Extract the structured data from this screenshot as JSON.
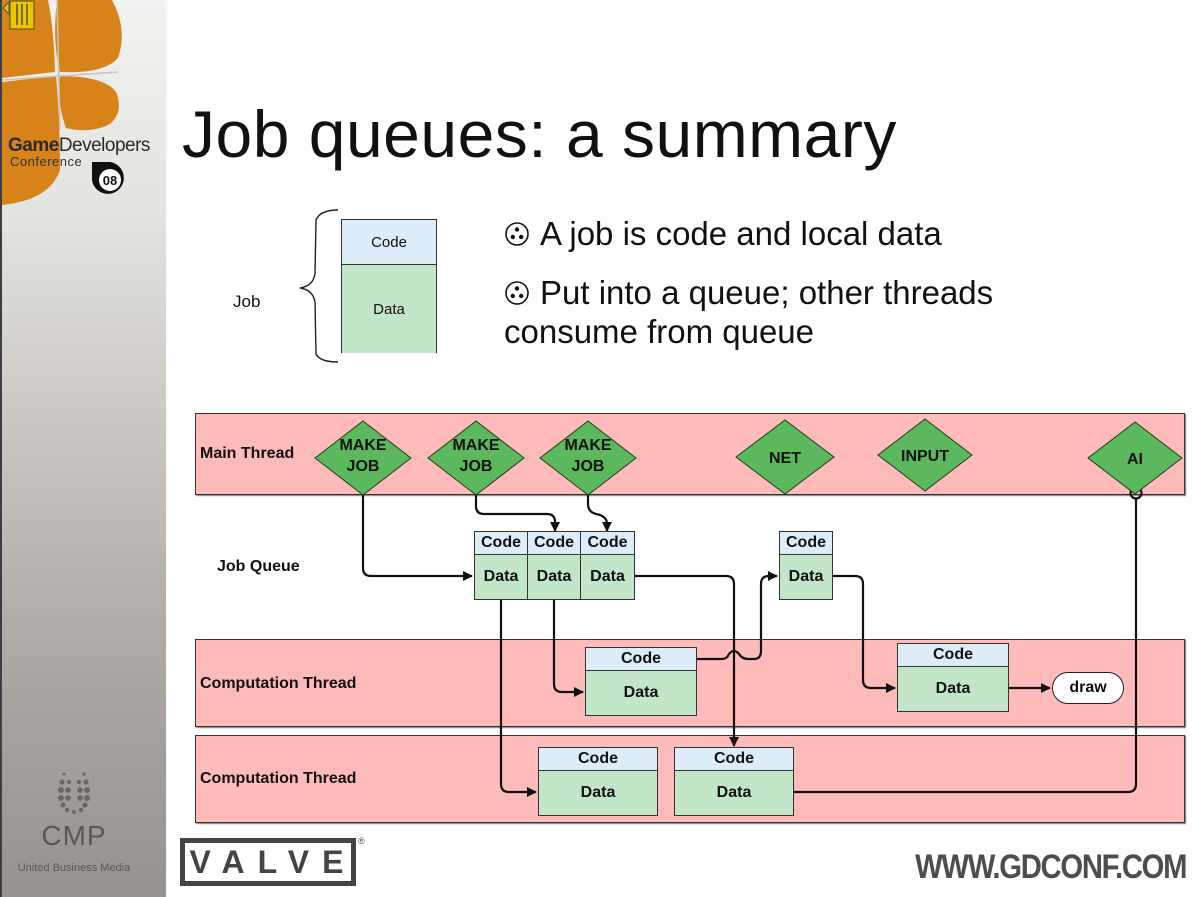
{
  "slide": {
    "title": "Job queues: a summary",
    "bullets": [
      "A job is code and local data",
      "Put into a queue; other threads consume from queue"
    ],
    "bullet_icon": "trefoil-circle-icon"
  },
  "branding": {
    "gdc_strong": "Game",
    "gdc_rest": "Developers",
    "gdc_sub": "Conference",
    "gdc_badge": "08",
    "cmp_name": "CMP",
    "cmp_sub": "United Business Media",
    "valve": "VALVE",
    "valve_reg": "®",
    "url": "WWW.GDCONF.COM",
    "colors": {
      "gdc_orange": "#d8821a",
      "lane_pink": "#ffbaba",
      "node_green": "#5cb85c",
      "code_blue": "#dcecf9",
      "data_green": "#c3e6c8"
    }
  },
  "legend": {
    "label": "Job",
    "code": "Code",
    "data": "Data"
  },
  "diagram": {
    "lanes": {
      "main": "Main Thread",
      "queue": "Job Queue",
      "comp1": "Computation Thread",
      "comp2": "Computation Thread"
    },
    "main_nodes": [
      {
        "line1": "MAKE",
        "line2": "JOB"
      },
      {
        "line1": "MAKE",
        "line2": "JOB"
      },
      {
        "line1": "MAKE",
        "line2": "JOB"
      },
      {
        "line1": "NET",
        "line2": ""
      },
      {
        "line1": "INPUT",
        "line2": ""
      },
      {
        "line1": "AI",
        "line2": ""
      }
    ],
    "queue_jobs": [
      {
        "code": "Code",
        "data": "Data"
      },
      {
        "code": "Code",
        "data": "Data"
      },
      {
        "code": "Code",
        "data": "Data"
      },
      {
        "code": "Code",
        "data": "Data"
      }
    ],
    "comp1_jobs": [
      {
        "code": "Code",
        "data": "Data"
      },
      {
        "code": "Code",
        "data": "Data"
      }
    ],
    "comp2_jobs": [
      {
        "code": "Code",
        "data": "Data"
      },
      {
        "code": "Code",
        "data": "Data"
      }
    ],
    "draw_label": "draw"
  }
}
